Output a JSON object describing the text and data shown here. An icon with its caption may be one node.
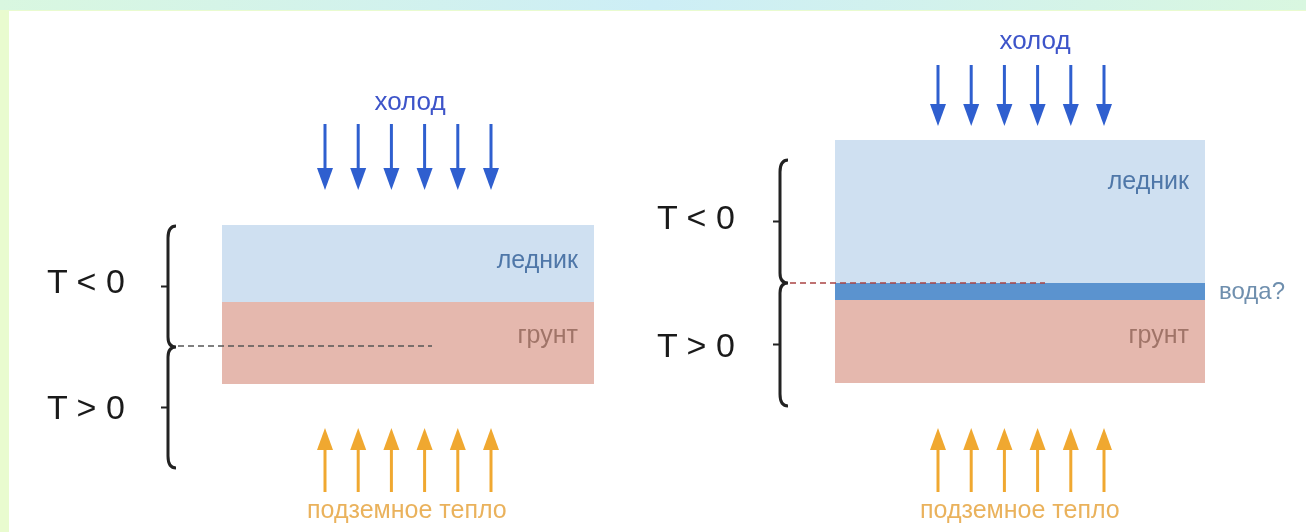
{
  "diagram": {
    "nodes": [
      {
        "text": [
          "ледник"
        ]
      },
      {
        "text": [
          "грунт"
        ]
      },
      {
        "text": [
          "ледник"
        ]
      },
      {
        "text": [],
        "shape": "bar",
        "beside": [
          "вода?"
        ]
      },
      {
        "text": [
          "грунт"
        ]
      }
    ],
    "labels": [
      "холод",
      "T < 0",
      "T > 0",
      "подземное тепло",
      "холод",
      "T < 0",
      "T > 0",
      "подземное тепло"
    ]
  }
}
